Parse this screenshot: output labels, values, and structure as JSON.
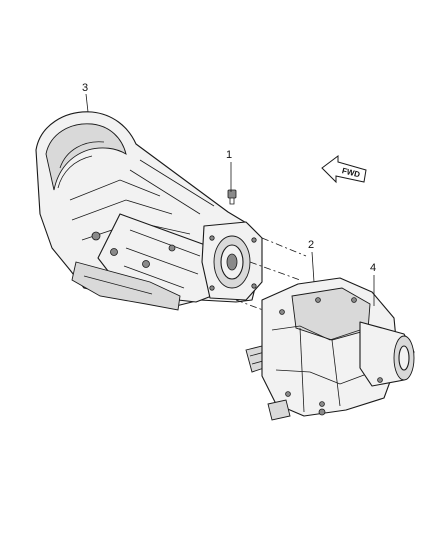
{
  "callouts": [
    {
      "id": "1",
      "label": "1"
    },
    {
      "id": "2",
      "label": "2"
    },
    {
      "id": "3",
      "label": "3"
    },
    {
      "id": "4",
      "label": "4"
    }
  ],
  "direction_arrow": {
    "label": "FWD"
  }
}
